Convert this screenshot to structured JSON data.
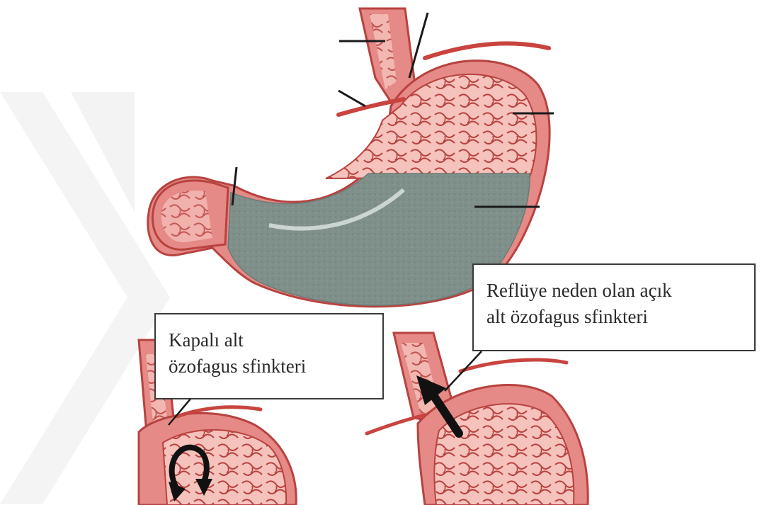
{
  "colors": {
    "background": "#ffffff",
    "watermark": "#f2f2f2",
    "stomach_wall": "#e58a86",
    "stomach_outline": "#b8423f",
    "mucosa_fill": "#f6c2bc",
    "gastric_content": "#7f8f8a",
    "blood_vessel": "#c9443f",
    "pointer_line": "#1a1a1a",
    "arrow": "#111111",
    "box_border": "#3a3a3a"
  },
  "labels": {
    "closed_sphincter": {
      "line1": "Kapalı alt",
      "line2": "özofagus sfinkteri"
    },
    "open_sphincter": {
      "line1": "Reflüye neden olan açık",
      "line2": "alt özofagus sfinkteri"
    }
  },
  "icons": {
    "main_illustration": "stomach-illustration",
    "closed_detail": "closed-sphincter-illustration",
    "open_detail": "open-sphincter-illustration",
    "reflux_arrow": "arrow-up-left-icon",
    "curved_arrow": "curved-arrow-icon"
  }
}
